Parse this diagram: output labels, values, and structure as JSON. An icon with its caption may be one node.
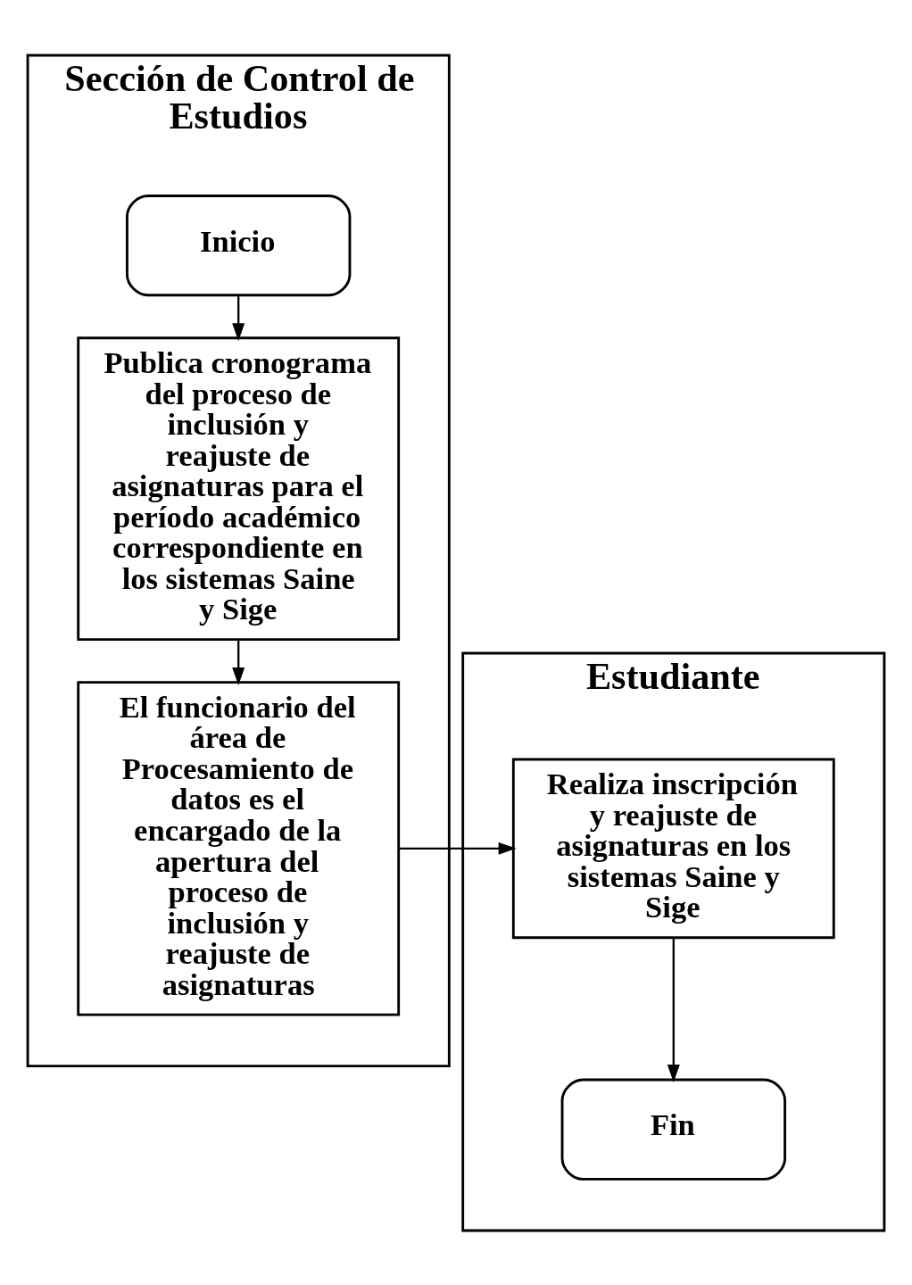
{
  "diagram": {
    "nodes": [
      {
        "text": [
          "Sección de Control de Estudios"
        ]
      },
      {
        "text": [
          "Estudiante"
        ]
      },
      {
        "text": [
          "Inicio"
        ],
        "in": 0
      },
      {
        "text": [
          "Publica cronograma del proceso de inclusión y reajuste de asignaturas para el período académico correspondiente en los sistemas Saine y Sige"
        ],
        "in": 0
      },
      {
        "text": [
          "El funcionario del área de Procesamiento de datos es el encargado de la apertura del proceso de inclusión y reajuste de asignaturas"
        ],
        "in": 0
      },
      {
        "text": [
          "Realiza inscripción y reajuste de asignaturas en los sistemas Saine y Sige"
        ],
        "in": 1
      },
      {
        "text": [
          "Fin"
        ],
        "in": 1
      }
    ],
    "edges": [
      {
        "from": 2,
        "to": 3,
        "arrow": "to"
      },
      {
        "from": 3,
        "to": 4,
        "arrow": "to"
      },
      {
        "from": 4,
        "to": 5,
        "arrow": "to"
      },
      {
        "from": 5,
        "to": 6,
        "arrow": "to"
      }
    ]
  }
}
